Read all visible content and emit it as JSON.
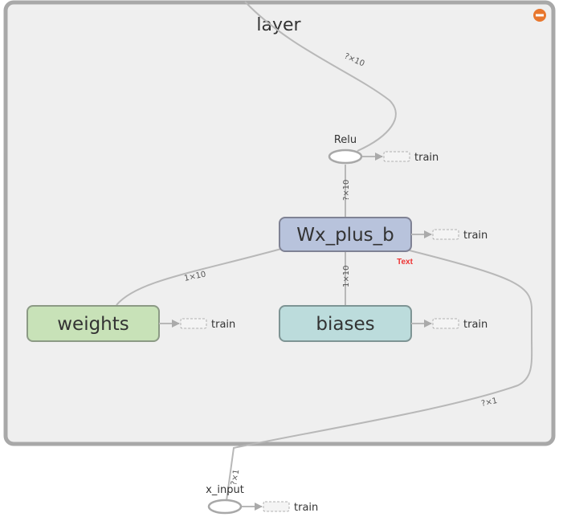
{
  "graph": {
    "group": {
      "label": "layer",
      "collapse_icon": "minus-circle-icon",
      "collapse_color": "#e8772e"
    },
    "nodes": {
      "relu": {
        "label": "Relu",
        "aux": "train"
      },
      "wx_plus_b": {
        "label": "Wx_plus_b",
        "aux": "train",
        "color": "#b8c3dc"
      },
      "weights": {
        "label": "weights",
        "aux": "train",
        "color": "#c8e2b8"
      },
      "biases": {
        "label": "biases",
        "aux": "train",
        "color": "#bcdcdc"
      },
      "x_input": {
        "label": "x_input",
        "aux": "train"
      }
    },
    "edges": {
      "relu_out": "?×10",
      "wx_to_relu": "?×10",
      "weights_to_wx": "1×10",
      "biases_to_wx": "1×10",
      "input_to_wx": "?×1",
      "input_out": "?×1"
    },
    "annotation": {
      "text": "Text",
      "color": "#ee3333"
    }
  }
}
